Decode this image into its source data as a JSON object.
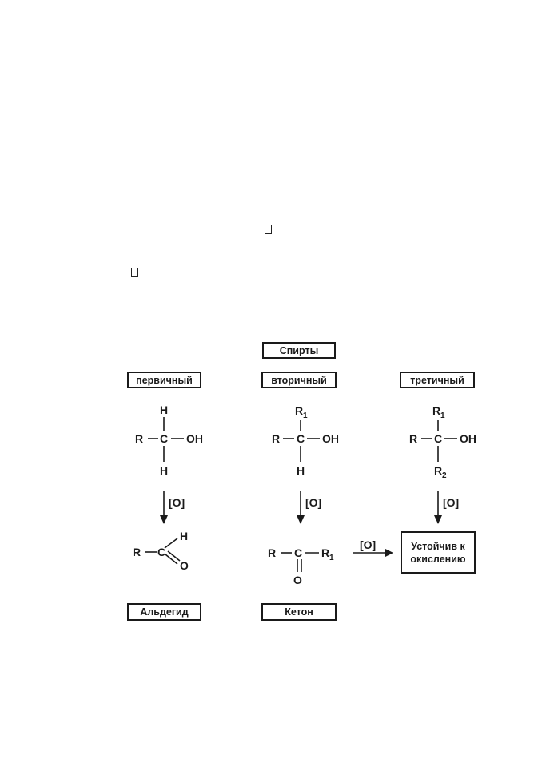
{
  "title": "Спирты",
  "categories": {
    "primary": "первичный",
    "secondary": "вторичный",
    "tertiary": "третичный"
  },
  "atoms": {
    "R": "R",
    "C": "C",
    "O": "O",
    "H": "H",
    "OH": "OH",
    "R1": "R",
    "R1_sub": "1",
    "R2": "R",
    "R2_sub": "2"
  },
  "oxidant": "[O]",
  "products": {
    "aldehyde": "Альдегид",
    "ketone": "Кетон",
    "stable_line1": "Устойчив к",
    "stable_line2": "окислению"
  }
}
